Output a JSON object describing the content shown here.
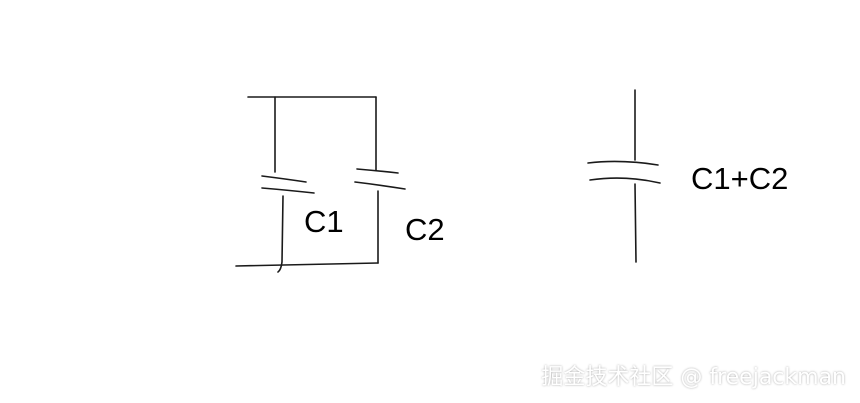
{
  "labels": {
    "c1": "C1",
    "c2": "C2",
    "sum": "C1+C2"
  },
  "watermark": {
    "text": "掘金技术社区 @ freejackman"
  },
  "colors": {
    "background": "#ffffff",
    "ink": "#1a1a1a",
    "watermark": "#ffffff"
  }
}
